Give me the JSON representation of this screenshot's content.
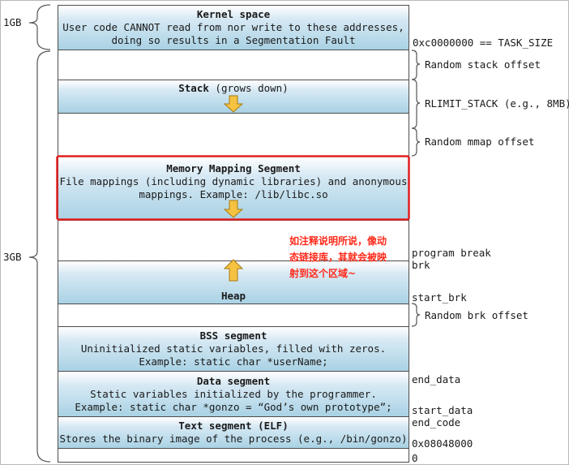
{
  "left_labels": {
    "top": "1GB",
    "bottom": "3GB"
  },
  "segments": {
    "kernel": {
      "title": "Kernel space",
      "line1": "User code CANNOT read from nor write to these addresses,",
      "line2": "doing so results in a Segmentation Fault"
    },
    "stack": {
      "title": "Stack",
      "suffix": " (grows down)"
    },
    "mmap": {
      "title": "Memory Mapping Segment",
      "line1": "File mappings (including dynamic libraries) and anonymous",
      "line2": "mappings. Example: /lib/libc.so"
    },
    "heap": {
      "title": "Heap"
    },
    "bss": {
      "title": "BSS segment",
      "line1": "Uninitialized static variables, filled with zeros.",
      "line2": "Example: static char *userName;"
    },
    "data": {
      "title": "Data segment",
      "line1": "Static variables initialized by the programmer.",
      "line2": "Example: static char *gonzo = “God’s own prototype”;"
    },
    "text": {
      "title": "Text segment (ELF)",
      "line1": "Stores the binary image of the process (e.g., /bin/gonzo)"
    }
  },
  "right_labels": {
    "task_size": "0xc0000000 == TASK_SIZE",
    "random_stack_offset": "Random stack offset",
    "rlimit_stack": "RLIMIT_STACK (e.g., 8MB)",
    "random_mmap_offset": "Random mmap offset",
    "program_break": "program break",
    "brk": "brk",
    "start_brk": "start_brk",
    "random_brk_offset": "Random brk offset",
    "end_data": "end_data",
    "start_data": "start_data",
    "end_code": "end_code",
    "text_start": "0x08048000",
    "zero": "0"
  },
  "annotation": {
    "line1": "如注释说明所说，像动",
    "line2": "态链接库，其就会被映",
    "line3": "射到这个区域~"
  },
  "colors": {
    "segment_fill": "#a9d2e4",
    "arrow_fill": "#f5c242",
    "highlight": "#e02020",
    "annotation": "#ff2a1a"
  }
}
